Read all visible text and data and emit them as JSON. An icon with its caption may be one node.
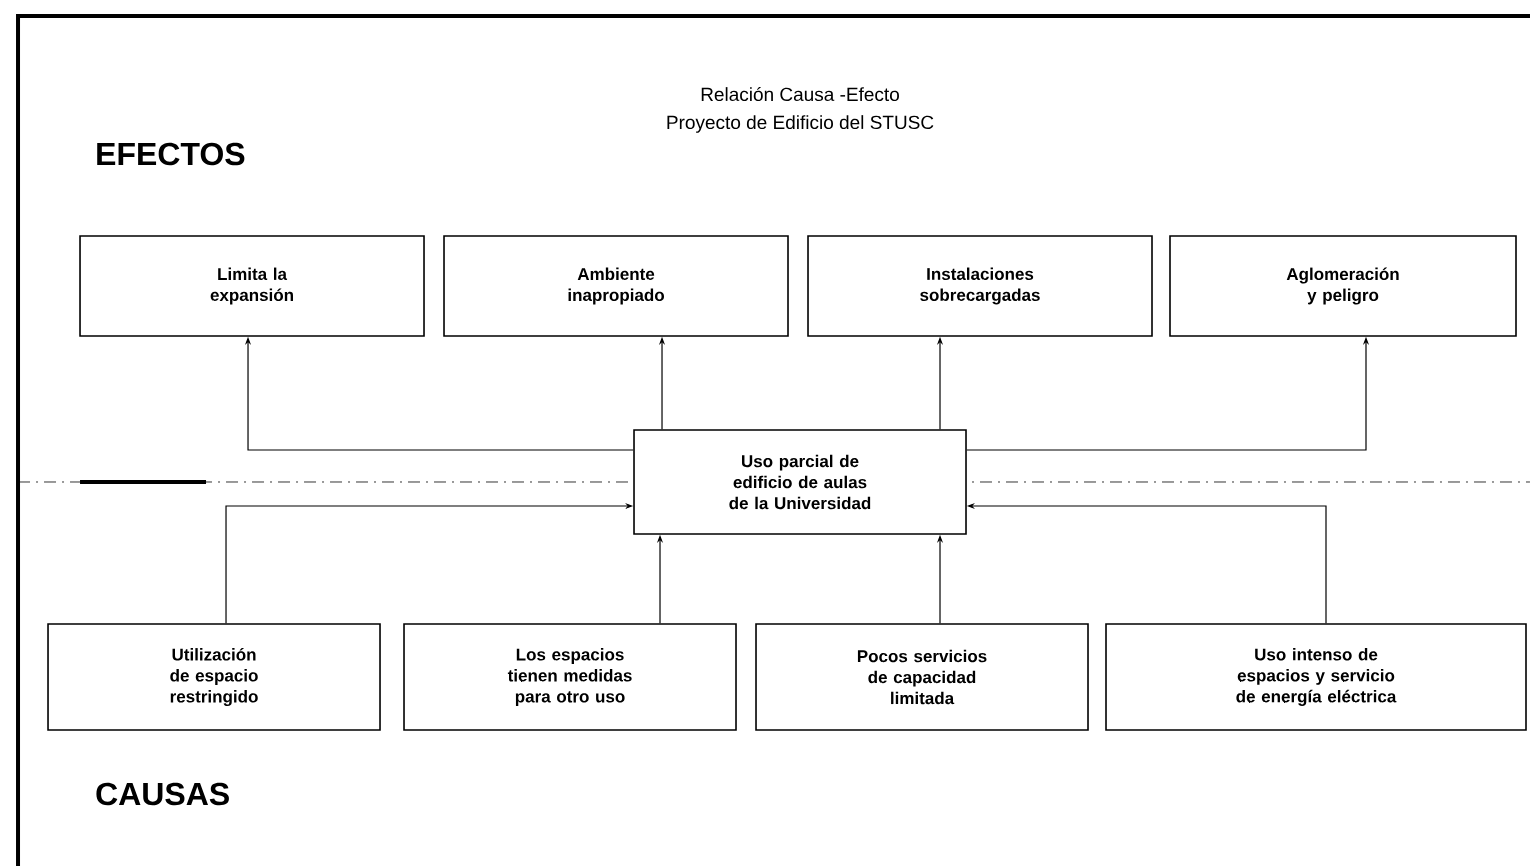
{
  "diagram": {
    "title": "Relación Causa -Efecto",
    "nodes": [
      {
        "text": [
          "Limita la expansión"
        ]
      },
      {
        "text": [
          "Ambiente inapropiado"
        ]
      },
      {
        "text": [
          "Instalaciones sobrecargadas"
        ]
      },
      {
        "text": [
          "Aglomeración y peligro"
        ]
      },
      {
        "text": [
          "Uso parcial de edificio de aulas de la Universidad"
        ]
      },
      {
        "text": [
          "Utilización de espacio restringido"
        ]
      },
      {
        "text": [
          "Los espacios tienen medidas para otro uso"
        ]
      },
      {
        "text": [
          "Pocos servicios de capacidad limitada"
        ]
      },
      {
        "text": [
          "Uso intenso de espacios y servicio de energía eléctrica"
        ]
      }
    ],
    "edges": [
      {
        "from": 4,
        "to": 0,
        "arrow": "to"
      },
      {
        "from": 4,
        "to": 1,
        "arrow": "to"
      },
      {
        "from": 4,
        "to": 2,
        "arrow": "to"
      },
      {
        "from": 4,
        "to": 3,
        "arrow": "to"
      },
      {
        "from": 5,
        "to": 4,
        "arrow": "to"
      },
      {
        "from": 6,
        "to": 4,
        "arrow": "to"
      },
      {
        "from": 7,
        "to": 4,
        "arrow": "to"
      },
      {
        "from": 8,
        "to": 4,
        "arrow": "to"
      }
    ],
    "labels": [
      "Proyecto de Edificio del STUSC",
      "EFECTOS",
      "CAUSAS"
    ]
  }
}
